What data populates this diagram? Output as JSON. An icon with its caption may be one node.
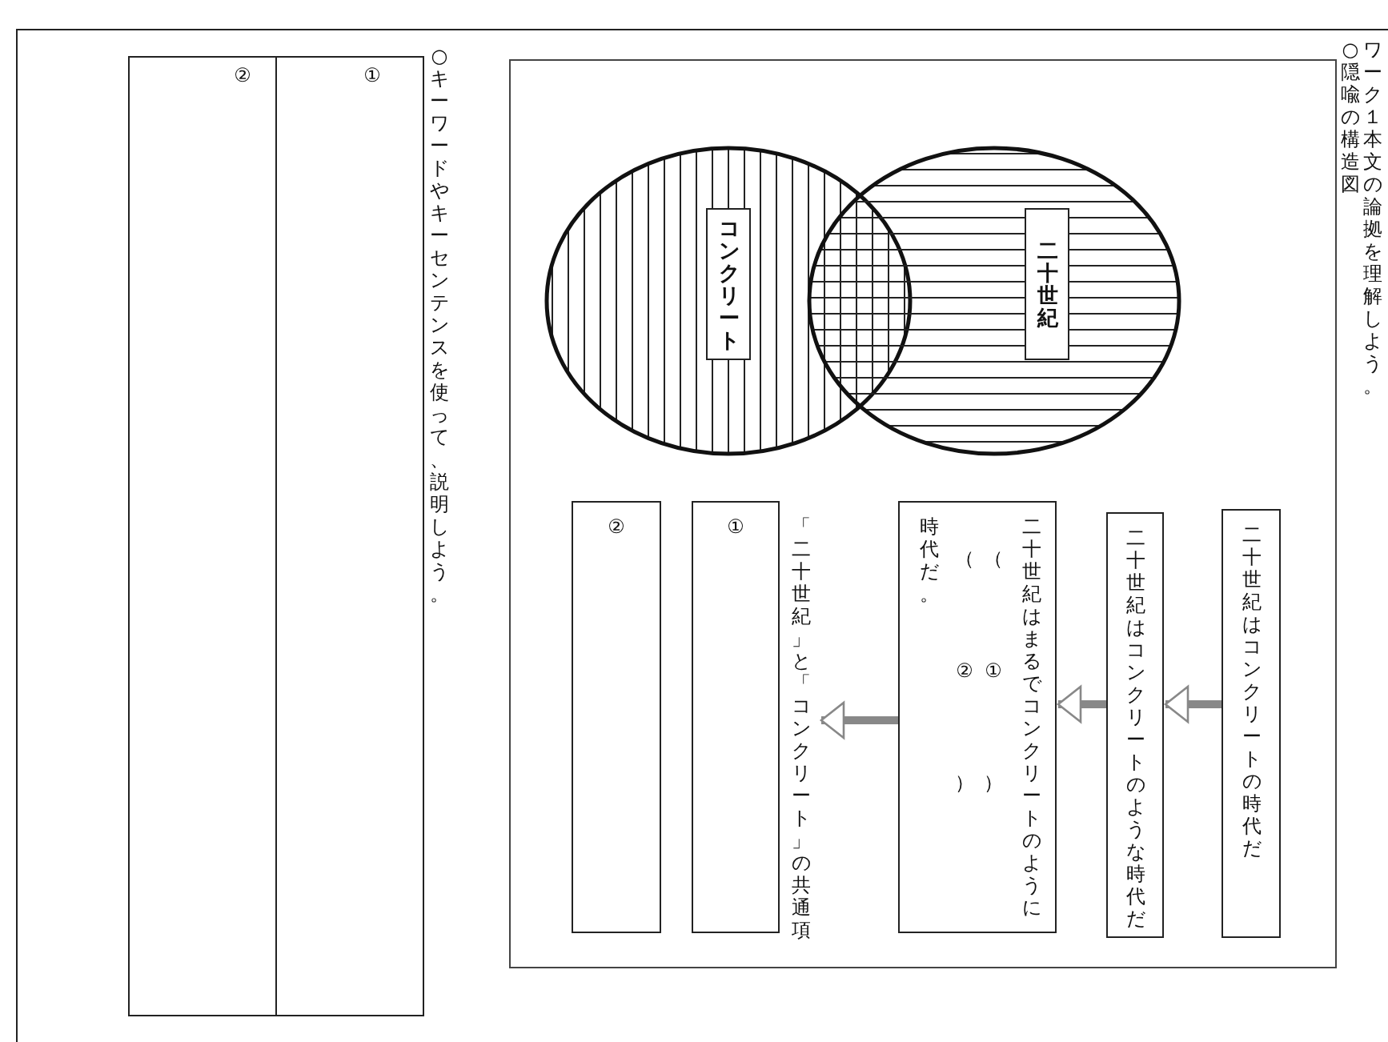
{
  "diagram": {
    "title": "ワーク１本文の論拠を理解しよう。",
    "nodes": [
      {
        "text": [
          "コンクリート"
        ]
      },
      {
        "text": [
          "二十世紀"
        ]
      },
      {
        "text": [
          "二十世紀はコンクリートの時代だ"
        ]
      },
      {
        "text": [
          "二十世紀はコンクリートのような時代だ"
        ]
      },
      {
        "text": [
          "二十世紀はまるでコンクリートのように",
          "（　①　）",
          "（　②　）",
          "時代だ。"
        ]
      },
      {
        "text": [
          "「二十世紀」と「コンクリート」の共通項"
        ]
      },
      {
        "text": [
          "①"
        ]
      },
      {
        "text": [
          "②"
        ]
      }
    ],
    "edges": [
      {
        "from": 2,
        "to": 3,
        "arrow": "to"
      },
      {
        "from": 3,
        "to": 4,
        "arrow": "to"
      },
      {
        "from": 4,
        "to": 5,
        "arrow": "to"
      }
    ],
    "labels": [
      "○隠喩の構造図",
      "○キーワードやキーセンテンスを使って、説明しよう。",
      "①",
      "②"
    ]
  }
}
